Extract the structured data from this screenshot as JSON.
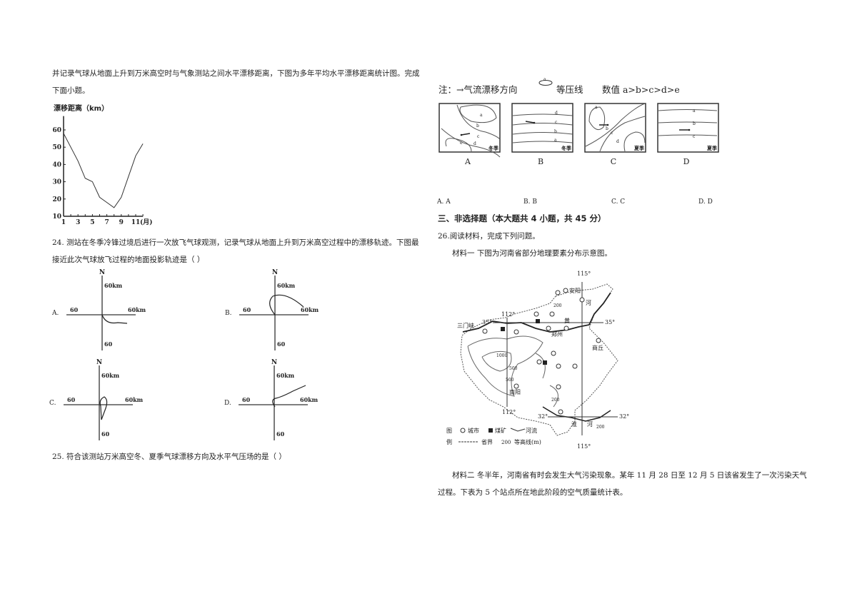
{
  "left": {
    "intro_line1": "并记录气球从地面上升到万米高空时与气象测站之间水平漂移距离，下图为多年平均水平漂移距离统计图。完成",
    "intro_line2": "下面小题。",
    "q24_line1": "24.  测站在冬季冷锋过境后进行一次放飞气球观测，记录气球从地面上升到万米高空过程中的漂移轨迹。下图最",
    "q24_line2": "接近此次气球放飞过程的地面投影轨迹是（      ）",
    "q24_options": [
      {
        "label": "A.",
        "north": "N",
        "top": "60km",
        "left": "60",
        "right": "60km",
        "bottom": "60"
      },
      {
        "label": "B.",
        "north": "N",
        "top": "60km",
        "left": "60",
        "right": "60km",
        "bottom": "60"
      },
      {
        "label": "C.",
        "north": "N",
        "top": "60km",
        "left": "60",
        "right": "60km",
        "bottom": "60"
      },
      {
        "label": "D.",
        "north": "N",
        "top": "60km",
        "left": "60",
        "right": "60km",
        "bottom": "60"
      }
    ],
    "q25": "25.  符合该测站万米高空冬、夏季气球漂移方向及水平气压场的是（      ）"
  },
  "chart_data": {
    "type": "line",
    "title": "",
    "ylabel": "漂移距离（km）",
    "xlabel": "(月)",
    "x": [
      1,
      2,
      3,
      4,
      5,
      6,
      7,
      8,
      9,
      10,
      11,
      12
    ],
    "values": [
      58,
      50,
      42,
      32,
      30,
      21,
      18,
      15,
      21,
      33,
      45,
      52
    ],
    "xticks": [
      "1",
      "3",
      "5",
      "7",
      "9",
      "11"
    ],
    "yticks": [
      "10",
      "20",
      "30",
      "40",
      "50",
      "60"
    ],
    "ylim": [
      10,
      68
    ],
    "xlim": [
      1,
      12
    ]
  },
  "right": {
    "legend_note": "注：→气流漂移方向",
    "legend_isobar": "等压线",
    "legend_values": "数值 a>b>c>d>e",
    "isobar_sample_letter": "a",
    "maps": [
      {
        "caption": "A",
        "season": "冬季",
        "letters": [
          "a",
          "b",
          "c",
          "d",
          "e"
        ]
      },
      {
        "caption": "B",
        "season": "冬季",
        "letters": [
          "d",
          "c",
          "b",
          "a"
        ]
      },
      {
        "caption": "C",
        "season": "夏季",
        "letters": [
          "a",
          "b",
          "c",
          "d"
        ]
      },
      {
        "caption": "D",
        "season": "夏季",
        "letters": [
          "a",
          "b",
          "c"
        ]
      }
    ],
    "q25_options": [
      "A. A",
      "B. B",
      "C. C",
      "D. D"
    ],
    "section3": "三、非选择题（本大题共 4 小题，共 45 分）",
    "q26": "26.阅读材料，完成下列问题。",
    "material1": "材料一   下图为河南省部分地理要素分布示意图。",
    "henan_map": {
      "lon115_top": "115°",
      "lon115_bottom": "115°",
      "lon112_top": "112°",
      "lon112_bottom": "112°",
      "lat35_left": "35°",
      "lat35_right": "35°",
      "lat32_left": "32°",
      "lat32_right": "32°",
      "cities": [
        "安阳",
        "郑州",
        "商丘",
        "南阳",
        "三门峡"
      ],
      "rivers": [
        "黄",
        "河",
        "淮",
        "河"
      ],
      "contours": [
        "200",
        "1000",
        "500",
        "500",
        "200",
        "200"
      ],
      "legend_tu": "图",
      "legend_li": "例",
      "legend_city": "城市",
      "legend_coal": "煤矿",
      "legend_river": "河流",
      "legend_border": "省界",
      "legend_contour": "200",
      "legend_contour_label": "等高线(m)"
    },
    "material2_line1": "材料二   冬半年，河南省有时会发生大气污染现象。某年 11 月 28 日至 12 月 5 日该省发生了一次污染天气",
    "material2_line2": "过程。下表为 5 个站点所在地此阶段的空气质量统计表。"
  }
}
